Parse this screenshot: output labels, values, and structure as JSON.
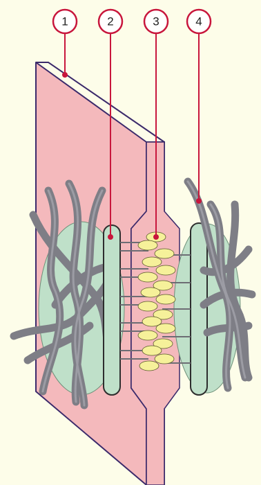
{
  "callouts": [
    {
      "number": "1"
    },
    {
      "number": "2"
    },
    {
      "number": "3"
    },
    {
      "number": "4"
    }
  ],
  "colors": {
    "background": "#fdfde9",
    "membrane_fill": "#f4b9bc",
    "membrane_outline": "#3b2a6b",
    "plaque_fill": "#bfe0c9",
    "filament": "#7e7e86",
    "granule": "#f6f19a",
    "callout_ring": "#c8163c"
  }
}
